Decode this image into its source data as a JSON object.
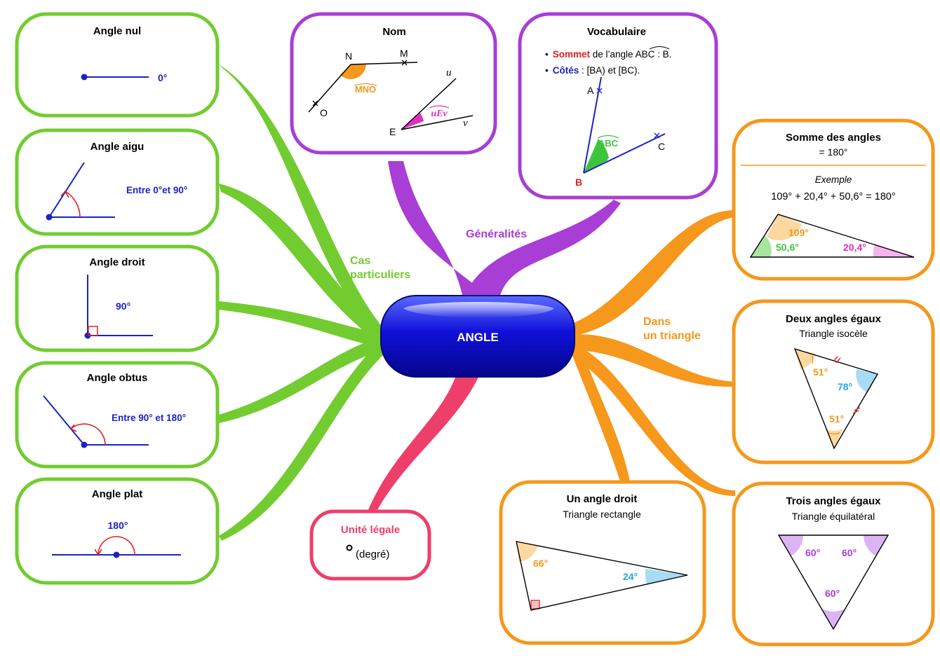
{
  "center": {
    "label": "ANGLE"
  },
  "branches": {
    "cas": {
      "line1": "Cas",
      "line2": "particuliers",
      "color": "#72cc30"
    },
    "gen": {
      "label": "Généralités",
      "color": "#a83ed6"
    },
    "triangle": {
      "line1": "Dans",
      "line2": "un triangle",
      "color": "#f5981c"
    },
    "unite": {
      "color": "#ee3e6a"
    }
  },
  "colors": {
    "blue": "#1a23c2",
    "red": "#e02020",
    "orange": "#f5981c",
    "green": "#3ec43a",
    "magenta": "#e030c0",
    "cyan": "#1fa8e0",
    "purple": "#a83ed6",
    "center": "#1010cc"
  },
  "nul": {
    "title": "Angle nul",
    "value": "0°"
  },
  "aigu": {
    "title": "Angle aigu",
    "desc": "Entre 0°et 90°"
  },
  "droit": {
    "title": "Angle droit",
    "value": "90°"
  },
  "obtus": {
    "title": "Angle obtus",
    "desc": "Entre 90°  et 180°"
  },
  "plat": {
    "title": "Angle plat",
    "value": "180°"
  },
  "nom": {
    "title": "Nom",
    "points": {
      "n": "N",
      "m": "M",
      "o": "O",
      "u": "u",
      "e": "E",
      "v": "v"
    },
    "angle1": "MNO",
    "angle2": "uEv"
  },
  "vocab": {
    "title": "Vocabulaire",
    "bullet1": {
      "dot": "•",
      "bold": "Sommet",
      "text": " de l’angle ",
      "angle": "ABC",
      "end": " : B."
    },
    "bullet2": {
      "dot": "•",
      "bold": "Côtés",
      "text": " : [BA) et [BC)."
    },
    "points": {
      "a": "A",
      "b": "B",
      "c": "C"
    },
    "angle": "ABC"
  },
  "somme": {
    "title": "Somme des angles",
    "value": "= 180°",
    "example_label": "Exemple",
    "example": "109° + 20,4° + 50,6° = 180°",
    "a1": "109°",
    "a2": "50,6°",
    "a3": "20,4°"
  },
  "deux": {
    "title": "Deux angles égaux",
    "subtitle": "Triangle isocèle",
    "a1": "51°",
    "a2": "78°",
    "a3": "51°"
  },
  "trois": {
    "title": "Trois angles égaux",
    "subtitle": "Triangle équilatéral",
    "a1": "60°",
    "a2": "60°",
    "a3": "60°"
  },
  "rect": {
    "title": "Un angle droit",
    "subtitle": "Triangle rectangle",
    "a1": "66°",
    "a2": "24°"
  },
  "unit": {
    "title": "Unité légale",
    "symbol": "°",
    "text": "(degré)"
  }
}
